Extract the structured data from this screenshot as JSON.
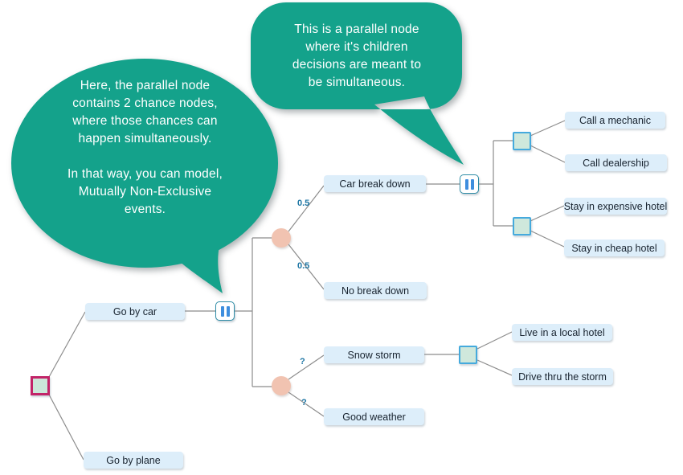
{
  "bubbles": {
    "top": {
      "text": "This is a parallel node\nwhere it's children\ndecisions are meant to\nbe simultaneous.",
      "points_to": "parallel-node-2"
    },
    "left": {
      "text": "Here, the parallel node\ncontains 2 chance nodes,\nwhere those chances can\nhappen simultaneously.\n\nIn that way, you can model,\nMutually Non-Exclusive\nevents.",
      "points_to": "parallel-node-1"
    }
  },
  "labels": {
    "go_by_car": "Go by car",
    "go_by_plane": "Go by plane",
    "car_break_down": "Car break down",
    "no_break_down": "No break down",
    "snow_storm": "Snow storm",
    "good_weather": "Good weather",
    "call_a_mechanic": "Call a mechanic",
    "call_dealership": "Call dealership",
    "stay_expensive_hotel": "Stay in expensive hotel",
    "stay_cheap_hotel": "Stay in cheap hotel",
    "live_in_local_hotel": "Live in a local hotel",
    "drive_thru_storm": "Drive thru the storm"
  },
  "probabilities": {
    "car_break_down": "0.5",
    "no_break_down": "0.5",
    "snow_storm": "?",
    "good_weather": "?"
  },
  "tree_structure": {
    "root": {
      "type": "decision",
      "children": [
        "Go by car",
        "Go by plane"
      ]
    },
    "go_by_car": {
      "type": "parallel",
      "children": [
        "chance-1",
        "chance-2"
      ]
    },
    "chance_1": {
      "type": "chance",
      "children": [
        {
          "label": "Car break down",
          "p": "0.5"
        },
        {
          "label": "No break down",
          "p": "0.5"
        }
      ]
    },
    "car_break_down": {
      "type": "parallel",
      "children": [
        "decision-1",
        "decision-2"
      ]
    },
    "decision_1": {
      "type": "decision",
      "children": [
        "Call a mechanic",
        "Call dealership"
      ]
    },
    "decision_2": {
      "type": "decision",
      "children": [
        "Stay in expensive hotel",
        "Stay in cheap hotel"
      ]
    },
    "chance_2": {
      "type": "chance",
      "children": [
        {
          "label": "Snow storm",
          "p": "?"
        },
        {
          "label": "Good weather",
          "p": "?"
        }
      ]
    },
    "snow_storm": {
      "type": "decision",
      "children": [
        "Live in a local hotel",
        "Drive thru the storm"
      ]
    }
  },
  "colors": {
    "bubble": "#14a28b",
    "label_bg": "#ddeefa",
    "label_text": "#18232f",
    "chance_node": "#f1c3b1",
    "decision_fill": "#cfe8dc",
    "decision_border": "#45aadd",
    "root_border": "#c22468",
    "parallel_border": "#2e8ca6",
    "parallel_bar": "#3e8ede",
    "connector_line": "#8c8c8c",
    "probability_text": "#1e76a4"
  }
}
